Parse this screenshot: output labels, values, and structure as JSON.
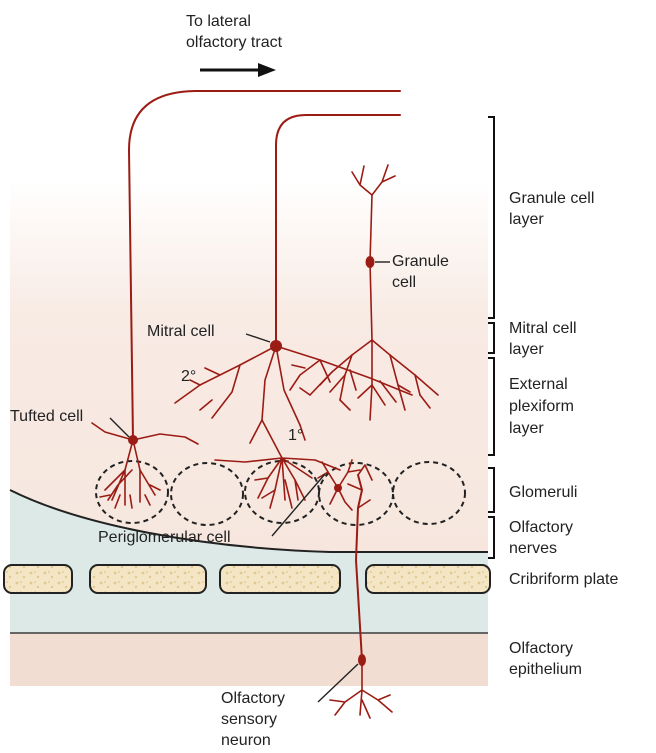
{
  "labels": {
    "tract_line1": "To lateral",
    "tract_line2": "olfactory tract",
    "granule_cell_line1": "Granule",
    "granule_cell_line2": "cell",
    "mitral_cell": "Mitral cell",
    "secondary_dendrite": "2°",
    "primary_dendrite": "1°",
    "tufted_cell": "Tufted cell",
    "periglomerular_cell": "Periglomerular cell",
    "sensory_neuron_line1": "Olfactory",
    "sensory_neuron_line2": "sensory",
    "sensory_neuron_line3": "neuron"
  },
  "layers": {
    "granule_cell_layer_line1": "Granule cell",
    "granule_cell_layer_line2": "layer",
    "mitral_cell_layer_line1": "Mitral cell",
    "mitral_cell_layer_line2": "layer",
    "external_plexiform_line1": "External",
    "external_plexiform_line2": "plexiform",
    "external_plexiform_line3": "layer",
    "glomeruli": "Glomeruli",
    "olfactory_nerves_line1": "Olfactory",
    "olfactory_nerves_line2": "nerves",
    "cribriform_plate": "Cribriform plate",
    "olfactory_epithelium_line1": "Olfactory",
    "olfactory_epithelium_line2": "epithelium"
  },
  "colors": {
    "neuron": "#9b1c14",
    "bulb_tint": "#f6e9e2",
    "nerve_layer": "#dde9e6",
    "bone": "#f4e6c4",
    "epithelium": "#f1ddd2",
    "outline": "#222222"
  }
}
